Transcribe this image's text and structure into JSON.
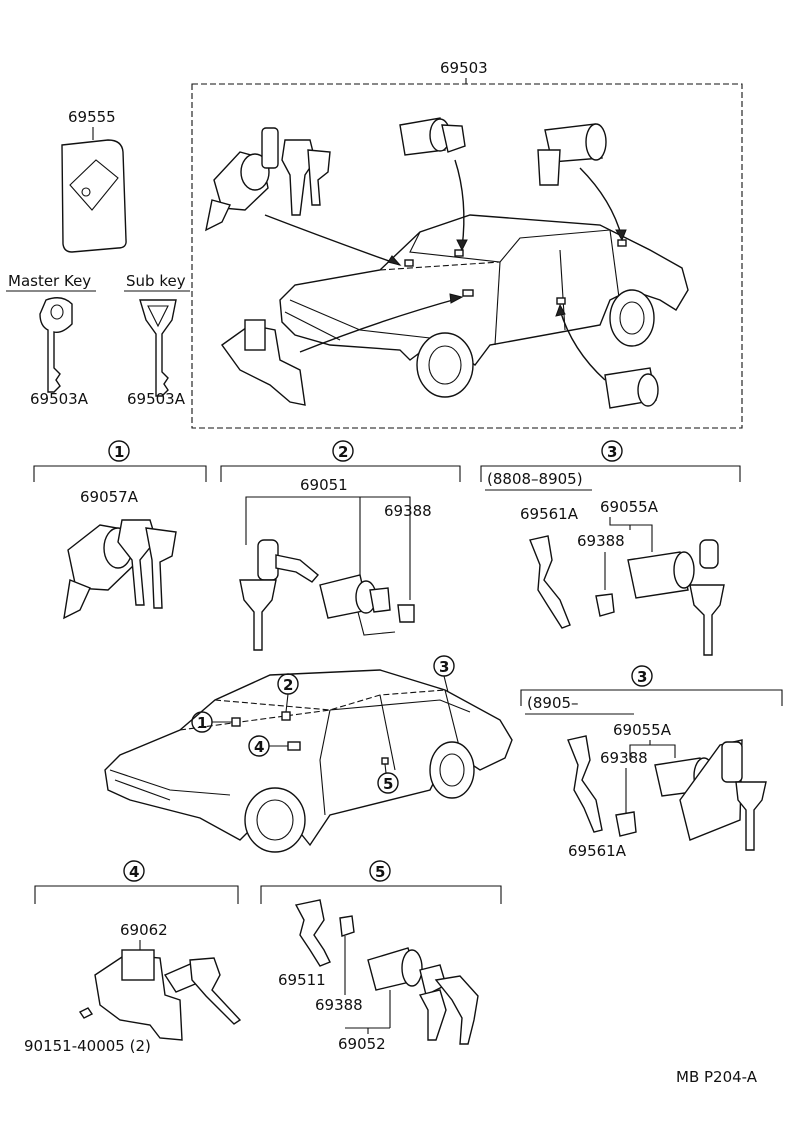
{
  "parts": {
    "p69503": "69503",
    "p69555": "69555",
    "master_key_label": "Master Key",
    "sub_key_label": "Sub key",
    "p69503A_master": "69503A",
    "p69503A_sub": "69503A",
    "p69057A": "69057A",
    "p69051": "69051",
    "p69388_s2": "69388",
    "range_8808_8905": "(8808–8905)",
    "p69561A_top": "69561A",
    "p69055A_top": "69055A",
    "p69388_top": "69388",
    "range_8905": "(8905–",
    "p69055A_bot": "69055A",
    "p69388_bot": "69388",
    "p69561A_bot": "69561A",
    "p69062": "69062",
    "p90151": "90151-40005 (2)",
    "p69511": "69511",
    "p69388_s5": "69388",
    "p69052": "69052",
    "ref_code": "MB P204-A"
  },
  "callouts": {
    "c1": "1",
    "c2": "2",
    "c3": "3",
    "c4": "4",
    "c5": "5"
  }
}
